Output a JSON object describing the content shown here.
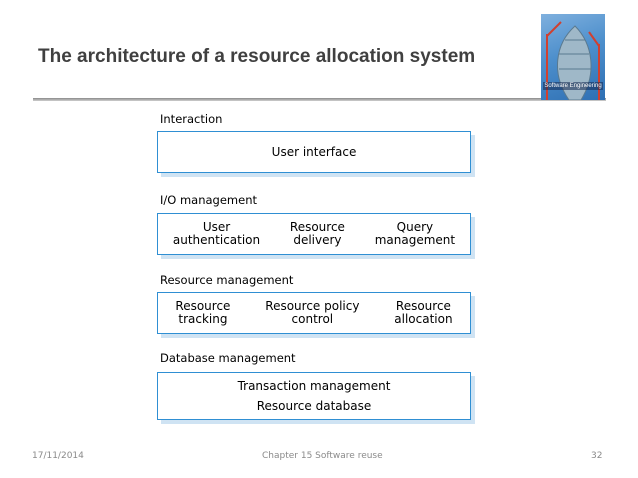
{
  "slide": {
    "title": "The architecture of a resource allocation system",
    "cover_text": "Software Engineering"
  },
  "layers": [
    {
      "label": "Interaction",
      "components": [
        "User interface"
      ]
    },
    {
      "label": "I/O management",
      "components": [
        "User\nauthentication",
        "Resource\ndelivery",
        "Query\nmanagement"
      ]
    },
    {
      "label": "Resource management",
      "components": [
        "Resource\ntracking",
        "Resource policy\ncontrol",
        "Resource\nallocation"
      ]
    },
    {
      "label": "Database management",
      "components": [
        "Transaction management",
        "Resource database"
      ]
    }
  ],
  "footer": {
    "date": "17/11/2014",
    "chapter": "Chapter 15 Software reuse",
    "page": "32"
  },
  "colors": {
    "box_border": "#2f8fd3",
    "box_shadow": "#cfe3f3",
    "title": "#404040"
  }
}
